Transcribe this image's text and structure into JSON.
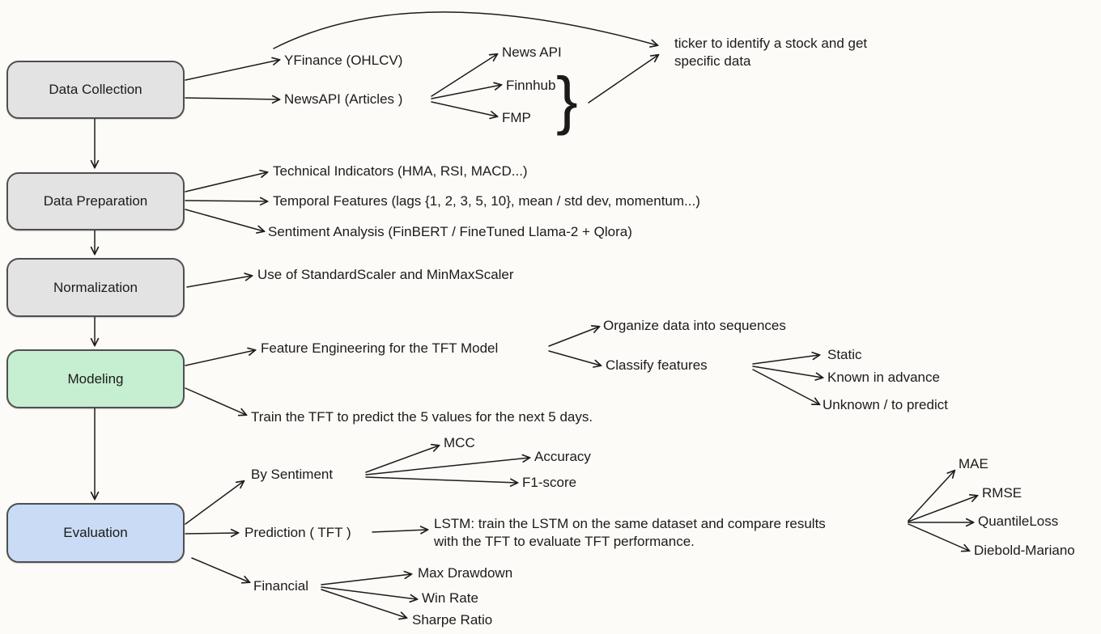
{
  "colors": {
    "background": "#fcfbf8",
    "box_gray": "#e3e3e3",
    "box_green": "#c6eed1",
    "box_blue": "#c9dbf5",
    "arrow": "#1c1c1c"
  },
  "boxes": {
    "data_collection": "Data Collection",
    "data_preparation": "Data Preparation",
    "normalization": "Normalization",
    "modeling": "Modeling",
    "evaluation": "Evaluation"
  },
  "labels": {
    "yfinance": "YFinance (OHLCV)",
    "newsapi": "NewsAPI (Articles )",
    "news_api": "News API",
    "finnhub": "Finnhub",
    "fmp": "FMP",
    "brace": "}",
    "ticker_note": "ticker to identify a stock and get\nspecific data",
    "technical_indicators": "Technical Indicators (HMA, RSI, MACD...)",
    "temporal_features": "Temporal Features (lags {1, 2, 3, 5, 10}, mean / std dev, momentum...)",
    "sentiment_analysis": "Sentiment Analysis (FinBERT / FineTuned Llama-2 + Qlora)",
    "scalers": "Use of StandardScaler and MinMaxScaler",
    "feature_engineering": "Feature Engineering for the TFT Model",
    "organize_sequences": "Organize data into sequences",
    "classify_features": "Classify features",
    "static": "Static",
    "known_in_advance": "Known in advance",
    "unknown_to_predict": "Unknown / to predict",
    "train_tft": "Train the TFT to predict the 5 values for the next 5 days.",
    "by_sentiment": "By Sentiment",
    "mcc": "MCC",
    "accuracy": "Accuracy",
    "f1_score": "F1-score",
    "prediction_tft": "Prediction ( TFT )",
    "lstm_note": "LSTM: train the LSTM on the same dataset and compare results\nwith the TFT to evaluate TFT performance.",
    "mae": "MAE",
    "rmse": "RMSE",
    "quantile_loss": "QuantileLoss",
    "diebold_mariano": "Diebold-Mariano",
    "financial": "Financial",
    "max_drawdown": "Max Drawdown",
    "win_rate": "Win Rate",
    "sharpe_ratio": "Sharpe Ratio"
  },
  "edges": [
    {
      "from": "data_collection",
      "to": "yfinance"
    },
    {
      "from": "data_collection",
      "to": "newsapi"
    },
    {
      "from": "data_collection",
      "to": "data_preparation"
    },
    {
      "from": "yfinance",
      "to": "ticker_note"
    },
    {
      "from": "newsapi",
      "to": "news_api"
    },
    {
      "from": "newsapi",
      "to": "finnhub"
    },
    {
      "from": "newsapi",
      "to": "fmp"
    },
    {
      "from": "news_api+finnhub+fmp",
      "to": "ticker_note"
    },
    {
      "from": "data_preparation",
      "to": "technical_indicators"
    },
    {
      "from": "data_preparation",
      "to": "temporal_features"
    },
    {
      "from": "data_preparation",
      "to": "sentiment_analysis"
    },
    {
      "from": "data_preparation",
      "to": "normalization"
    },
    {
      "from": "normalization",
      "to": "scalers"
    },
    {
      "from": "normalization",
      "to": "modeling"
    },
    {
      "from": "modeling",
      "to": "feature_engineering"
    },
    {
      "from": "modeling",
      "to": "train_tft"
    },
    {
      "from": "modeling",
      "to": "evaluation"
    },
    {
      "from": "feature_engineering",
      "to": "organize_sequences"
    },
    {
      "from": "feature_engineering",
      "to": "classify_features"
    },
    {
      "from": "classify_features",
      "to": "static"
    },
    {
      "from": "classify_features",
      "to": "known_in_advance"
    },
    {
      "from": "classify_features",
      "to": "unknown_to_predict"
    },
    {
      "from": "evaluation",
      "to": "by_sentiment"
    },
    {
      "from": "evaluation",
      "to": "prediction_tft"
    },
    {
      "from": "evaluation",
      "to": "financial"
    },
    {
      "from": "by_sentiment",
      "to": "mcc"
    },
    {
      "from": "by_sentiment",
      "to": "accuracy"
    },
    {
      "from": "by_sentiment",
      "to": "f1_score"
    },
    {
      "from": "prediction_tft",
      "to": "lstm_note"
    },
    {
      "from": "lstm_note",
      "to": "mae"
    },
    {
      "from": "lstm_note",
      "to": "rmse"
    },
    {
      "from": "lstm_note",
      "to": "quantile_loss"
    },
    {
      "from": "lstm_note",
      "to": "diebold_mariano"
    },
    {
      "from": "financial",
      "to": "max_drawdown"
    },
    {
      "from": "financial",
      "to": "win_rate"
    },
    {
      "from": "financial",
      "to": "sharpe_ratio"
    }
  ]
}
